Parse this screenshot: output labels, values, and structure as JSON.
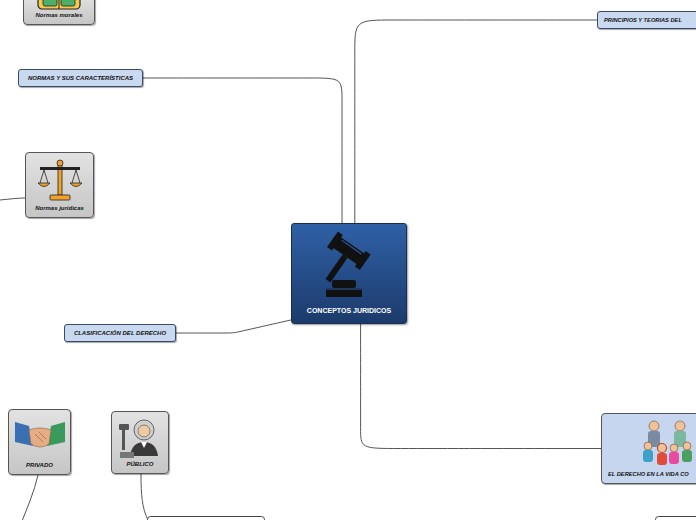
{
  "diagram": {
    "nodes": [
      {
        "text": [
          "Normas morales"
        ]
      },
      {
        "text": [
          "PRINCIPIOS Y TEORIAS DEL"
        ]
      },
      {
        "text": [
          "NORMAS Y SUS CARACTERÍSTICAS"
        ]
      },
      {
        "text": [
          "Normas jurídicas"
        ]
      },
      {
        "text": [
          "CONCEPTOS JURIDICOS"
        ]
      },
      {
        "text": [
          "CLASIFICACIÓN DEL DERECHO"
        ]
      },
      {
        "text": [
          "PRIVADO"
        ]
      },
      {
        "text": [
          "PÚBLICO"
        ]
      },
      {
        "text": [
          "EL DERECHO EN LA VIDA CO"
        ]
      }
    ],
    "edges": [
      {
        "from": 4,
        "to": 1,
        "arrow": "none"
      },
      {
        "from": 4,
        "to": 2,
        "arrow": "none"
      },
      {
        "from": 4,
        "to": 5,
        "arrow": "none"
      },
      {
        "from": 4,
        "to": 8,
        "arrow": "none"
      }
    ]
  }
}
